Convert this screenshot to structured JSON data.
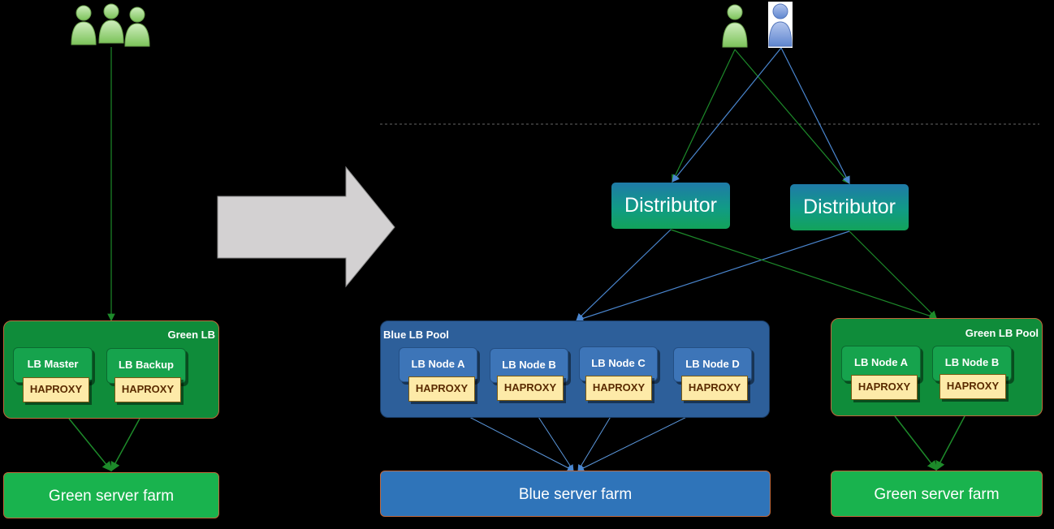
{
  "left": {
    "group_title": "Green LB",
    "nodes": [
      "LB Master",
      "LB Backup"
    ],
    "proxy_label": "HAPROXY",
    "farm_label": "Green server farm"
  },
  "right": {
    "distributors": [
      "Distributor",
      "Distributor"
    ],
    "blue_pool": {
      "title": "Blue LB Pool",
      "nodes": [
        "LB Node A",
        "LB Node B",
        "LB Node C",
        "LB Node D"
      ]
    },
    "green_pool": {
      "title": "Green LB Pool",
      "nodes": [
        "LB Node A",
        "LB Node B"
      ]
    },
    "proxy_label": "HAPROXY",
    "blue_farm_label": "Blue server farm",
    "green_farm_label": "Green server farm"
  },
  "colors": {
    "green_line": "#1d8a2a",
    "blue_line": "#4a86cf",
    "arrow_fill": "#d3d1d2",
    "green_user": "#a9db8c",
    "blue_user": "#7f9fdc"
  },
  "icons": [
    "user-icon",
    "arrow-right-icon"
  ]
}
